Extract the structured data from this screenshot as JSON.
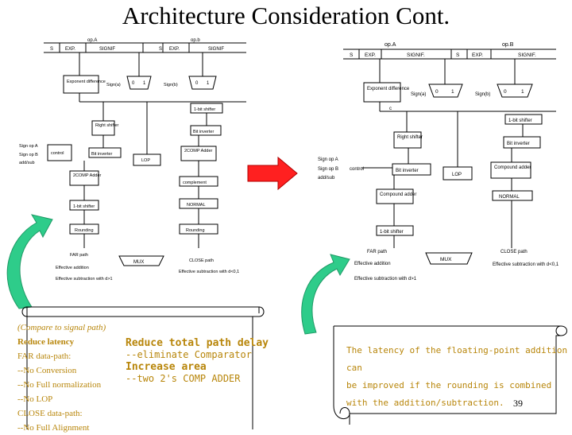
{
  "title": "Architecture Consideration Cont.",
  "left_diagram": {
    "opA": "op.A",
    "opB": "op.b",
    "s": "S",
    "exp": "EXP.",
    "signif": "SIGNIF",
    "exp_diff": "Exponent difference",
    "sign_a": "Sign(a)",
    "sign_b": "Sign(b)",
    "mux0": "0",
    "mux1": "1",
    "one_bit_shifter": "1-bit shifter",
    "right_shifter": "Right shifter",
    "bit_inverter": "Bit inverter",
    "sign_opa": "Sign op A",
    "sign_opb": "Sign op B",
    "add_sub": "add/sub",
    "control": "control",
    "lop": "LOP",
    "twocomp_adder": "2COMP Adder",
    "twocomp_adder2": "2COMP Adder",
    "complement": "complement",
    "normal": "NORMAL",
    "rounding": "Rounding",
    "far_path": "FAR path",
    "mux": "MUX",
    "close_path": "CLOSE path",
    "eff_add": "Effective addition",
    "eff_sub_far": "Effective subtraction with d>1",
    "eff_sub_close": "Effective subtraction with d<0,1"
  },
  "right_diagram": {
    "opA": "op.A",
    "opB": "op.B",
    "s": "S",
    "exp": "EXP.",
    "signif": "SIGNIF.",
    "exp_diff": "Exponent difference",
    "sign_a": "Sign(a)",
    "sign_b": "Sign(b)",
    "mux0": "0",
    "mux1": "1",
    "c": "c",
    "one_bit_shifter": "1-bit shifter",
    "right_shifter": "Right shifter",
    "bit_inverter": "Bit inverter",
    "sign_opa": "Sign op A",
    "sign_opb": "Sign op B",
    "add_sub": "add/sub",
    "control": "control",
    "lop": "LOP",
    "compound_adder": "Compound adder",
    "compound_adder2": "Compound adder",
    "normal": "NORMAL",
    "one_bit_shifter2": "1-bit shifter",
    "far_path": "FAR path",
    "mux": "MUX",
    "close_path": "CLOSE path",
    "eff_add": "Effective addition",
    "eff_sub_far": "Effective subtraction with d>1",
    "eff_sub_close": "Effective subtraction with d<0,1"
  },
  "scroll_left": {
    "heading": "(Compare to signal path)",
    "reduce": "Reduce latency",
    "far": "FAR data-path:",
    "far1": "--No Conversion",
    "far2": "--No Full normalization",
    "far3": "--No LOP",
    "close": "CLOSE data-path:",
    "close1": "--No Full Alignment"
  },
  "scroll_mid": {
    "line1": "Reduce total path delay",
    "line2": "--eliminate Comparator",
    "line3": "Increase area",
    "line4": "--two 2's COMP ADDER"
  },
  "scroll_right": {
    "line1": "The latency of the floating-point addition can",
    "line2": "be improved if the rounding is combined",
    "line3": "with the addition/subtraction."
  },
  "page_number": "39",
  "colors": {
    "arrow_red": "#ff2020",
    "arrow_green": "#2ecc8a",
    "scroll_text": "#b8860b"
  }
}
